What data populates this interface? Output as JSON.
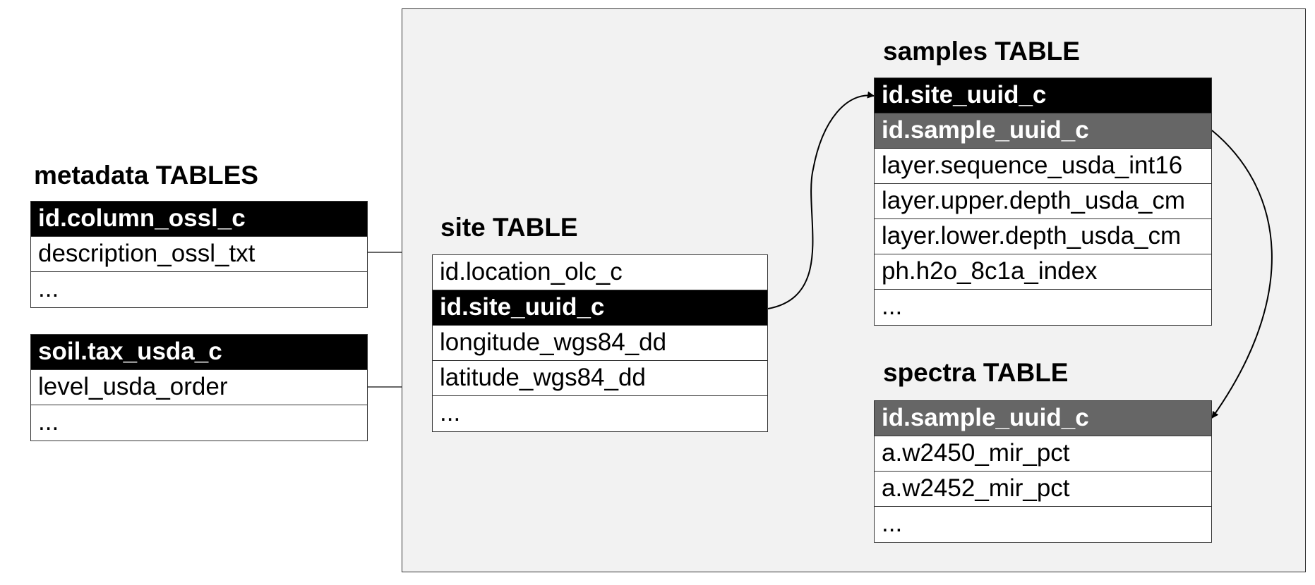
{
  "metadata": {
    "title": "metadata TABLES",
    "column_table": {
      "rows": [
        {
          "text": "id.column_ossl_c",
          "style": "key"
        },
        {
          "text": "description_ossl_txt",
          "style": "plain"
        },
        {
          "text": "...",
          "style": "plain"
        }
      ]
    },
    "taxonomy_table": {
      "rows": [
        {
          "text": "soil.tax_usda_c",
          "style": "key"
        },
        {
          "text": "level_usda_order",
          "style": "plain"
        },
        {
          "text": "...",
          "style": "plain"
        }
      ]
    }
  },
  "site": {
    "title": "site TABLE",
    "rows": [
      {
        "text": "id.location_olc_c",
        "style": "plain"
      },
      {
        "text": "id.site_uuid_c",
        "style": "key"
      },
      {
        "text": "longitude_wgs84_dd",
        "style": "plain"
      },
      {
        "text": "latitude_wgs84_dd",
        "style": "plain"
      },
      {
        "text": "...",
        "style": "plain"
      }
    ]
  },
  "samples": {
    "title": "samples TABLE",
    "rows": [
      {
        "text": "id.site_uuid_c",
        "style": "key"
      },
      {
        "text": "id.sample_uuid_c",
        "style": "key2"
      },
      {
        "text": "layer.sequence_usda_int16",
        "style": "plain"
      },
      {
        "text": "layer.upper.depth_usda_cm",
        "style": "plain"
      },
      {
        "text": "layer.lower.depth_usda_cm",
        "style": "plain"
      },
      {
        "text": "ph.h2o_8c1a_index",
        "style": "plain"
      },
      {
        "text": "...",
        "style": "plain"
      }
    ]
  },
  "spectra": {
    "title": "spectra TABLE",
    "rows": [
      {
        "text": "id.sample_uuid_c",
        "style": "key2"
      },
      {
        "text": "a.w2450_mir_pct",
        "style": "plain"
      },
      {
        "text": "a.w2452_mir_pct",
        "style": "plain"
      },
      {
        "text": "...",
        "style": "plain"
      }
    ]
  },
  "colors": {
    "primary_key": "#000000",
    "secondary_key": "#666666",
    "region_background": "#f2f2f2"
  }
}
